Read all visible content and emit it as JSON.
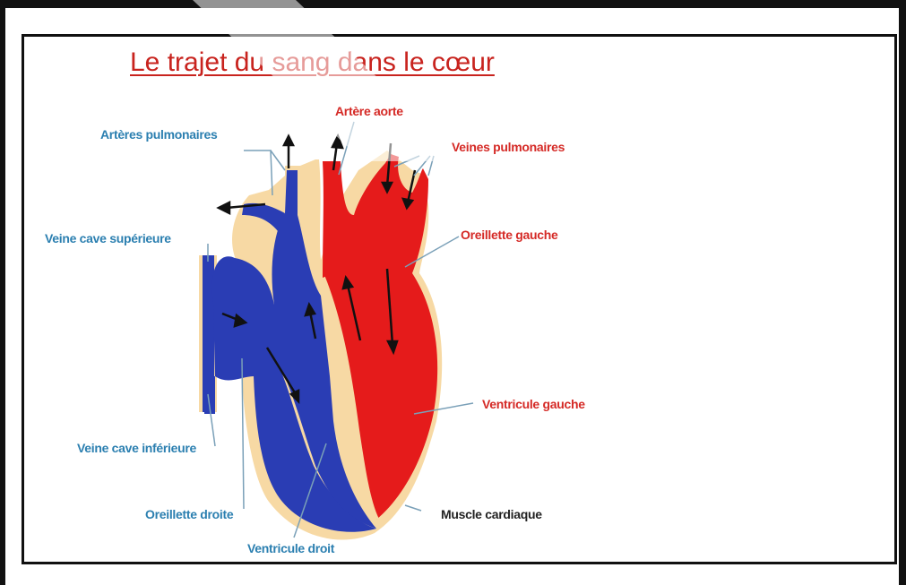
{
  "title": "Le trajet du sang dans le cœur",
  "labels": {
    "arteres_pulmonaires": "Artères pulmonaires",
    "artere_aorte": "Artère aorte",
    "veines_pulmonaires": "Veines pulmonaires",
    "veine_cave_superieure": "Veine cave supérieure",
    "oreillette_gauche": "Oreillette gauche",
    "ventricule_gauche": "Ventricule gauche",
    "veine_cave_inferieure": "Veine cave inférieure",
    "oreillette_droite": "Oreillette droite",
    "muscle_cardiaque": "Muscle cardiaque",
    "ventricule_droit": "Ventricule droit"
  },
  "colors": {
    "oxygen_poor_blood": "#2a3db4",
    "oxygen_rich_blood": "#e51b1b",
    "muscle": "#f7d9a4",
    "label_left": "#2b7fb0",
    "label_right": "#d52a26",
    "title": "#c8231e"
  }
}
